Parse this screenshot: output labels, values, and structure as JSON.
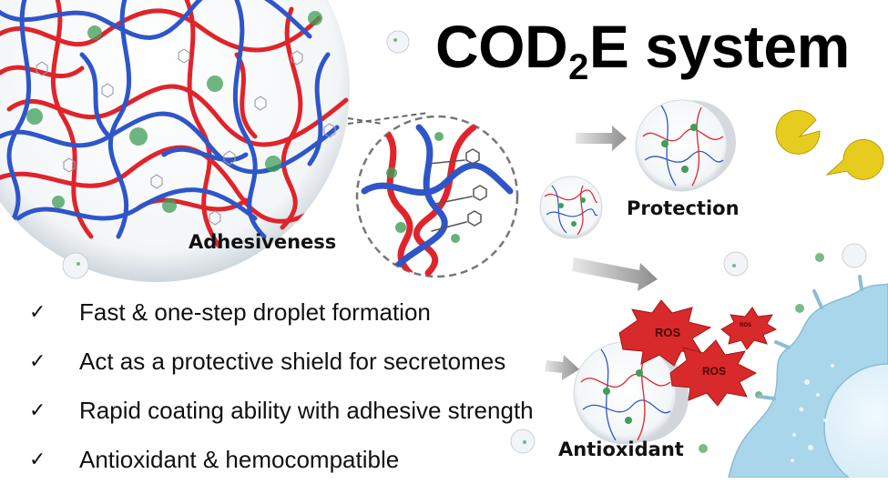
{
  "title": {
    "main": "COD",
    "sub": "2",
    "tail": "E system"
  },
  "labels": {
    "adhesiveness": "Adhesiveness",
    "protection": "Protection",
    "antioxidant": "Antioxidant"
  },
  "ros": [
    "ROS",
    "ROS",
    "ROS"
  ],
  "features": [
    "Fast & one-step droplet formation",
    "Act as a protective shield for secretomes",
    "Rapid coating ability with adhesive strength",
    "Antioxidant & hemocompatible"
  ],
  "check_symbol": "✓",
  "colors": {
    "red_polymer": "#e0242b",
    "blue_polymer": "#2f56c8",
    "green_secretome": "#3f9e57",
    "ros": "#d82a2a",
    "enzyme": "#e6cc1e",
    "cell": "#a9d6ea"
  }
}
